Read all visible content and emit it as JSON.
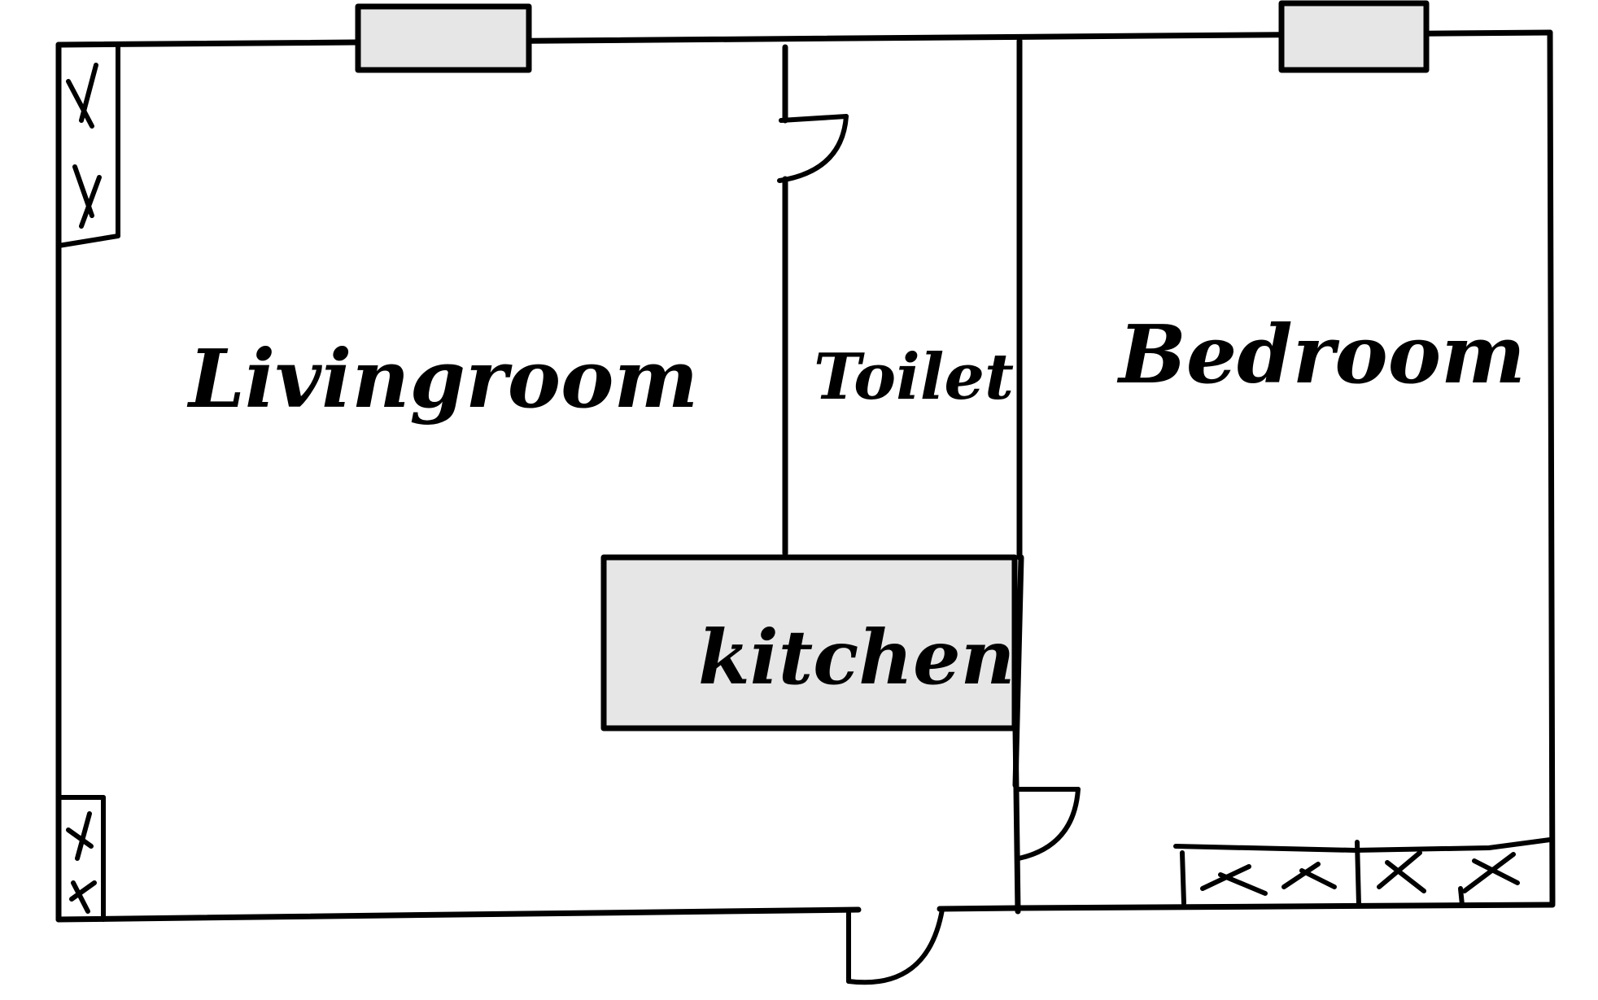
{
  "rooms": {
    "living_room": "Livingroom",
    "toilet": "Toilet",
    "bedroom": "Bedroom",
    "kitchen": "kitchen"
  },
  "colors": {
    "line": "#000000",
    "fill_shaded": "#e6e6e6",
    "background": "#ffffff"
  }
}
